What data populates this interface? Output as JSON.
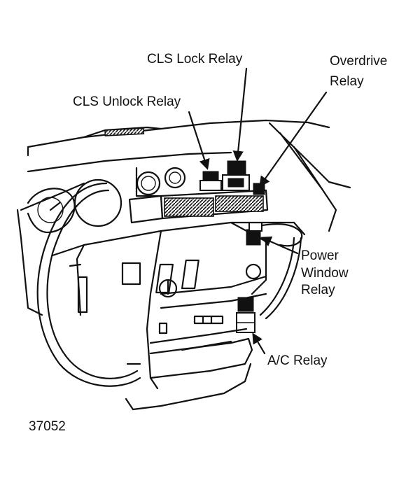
{
  "figure_number": "37052",
  "labels": {
    "cls_lock_relay": "CLS Lock Relay",
    "cls_unlock_relay": "CLS Unlock Relay",
    "overdrive_line1": "Overdrive",
    "overdrive_line2": "Relay",
    "power_line1": "Power",
    "power_line2": "Window",
    "power_line3": "Relay",
    "ac_relay": "A/C Relay"
  },
  "colors": {
    "ink": "#111111",
    "paper": "#ffffff"
  }
}
